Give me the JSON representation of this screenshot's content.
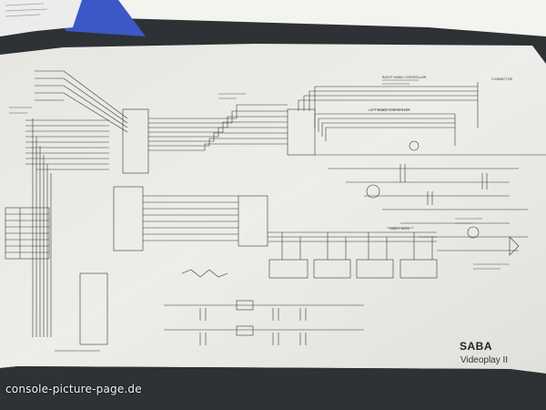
{
  "photo": {
    "subject_icon": "schematic-photo",
    "colors": {
      "background": "#2e3234",
      "paper": "#eceae4",
      "ink": "#3a3a3c",
      "blue_folder": "#3b58c6"
    }
  },
  "document": {
    "brand": "SABA",
    "model": "Videoplay II",
    "labels": [
      "RIGHT HAND CONTROLLER",
      "LEFT HAND CONTROLLER",
      "CONNECTOR",
      "VIDEO DATA"
    ]
  },
  "watermark": "console-picture-page.de"
}
